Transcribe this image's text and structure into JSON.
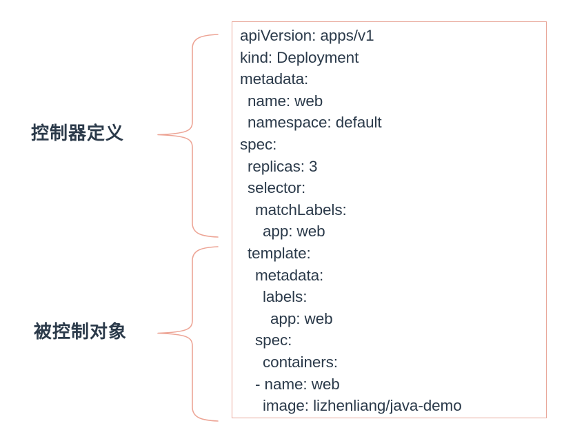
{
  "diagram": {
    "title": "Kubernetes Deployment YAML annotated diagram",
    "accent_color": "#e8a598",
    "text_color": "#2b3a4a",
    "background_color": "#ffffff"
  },
  "labels": [
    {
      "id": "controller-definition",
      "text": "控制器定义"
    },
    {
      "id": "controlled-object",
      "text": "被控制对象"
    }
  ],
  "yaml": {
    "lines": [
      {
        "indent": 0,
        "text": "apiVersion: apps/v1"
      },
      {
        "indent": 0,
        "text": "kind: Deployment"
      },
      {
        "indent": 0,
        "text": "metadata:"
      },
      {
        "indent": 1,
        "text": "name: web"
      },
      {
        "indent": 1,
        "text": "namespace: default"
      },
      {
        "indent": 0,
        "text": "spec:"
      },
      {
        "indent": 1,
        "text": "replicas: 3"
      },
      {
        "indent": 1,
        "text": "selector:"
      },
      {
        "indent": 2,
        "text": "matchLabels:"
      },
      {
        "indent": 3,
        "text": "app: web"
      },
      {
        "indent": 1,
        "text": "template:"
      },
      {
        "indent": 2,
        "text": "metadata:"
      },
      {
        "indent": 3,
        "text": "labels:"
      },
      {
        "indent": 4,
        "text": "app: web"
      },
      {
        "indent": 2,
        "text": "spec:"
      },
      {
        "indent": 3,
        "text": "containers:"
      },
      {
        "indent": 2,
        "text": "- name: web"
      },
      {
        "indent": 3,
        "text": "image: lizhenliang/java-demo"
      }
    ]
  },
  "braces": [
    {
      "id": "brace-controller-definition",
      "covers_lines": "apiVersion: apps/v1 … app: web",
      "color": "#eda596"
    },
    {
      "id": "brace-controlled-object",
      "covers_lines": "template: … image: lizhenliang/java-demo",
      "color": "#eda596"
    }
  ]
}
